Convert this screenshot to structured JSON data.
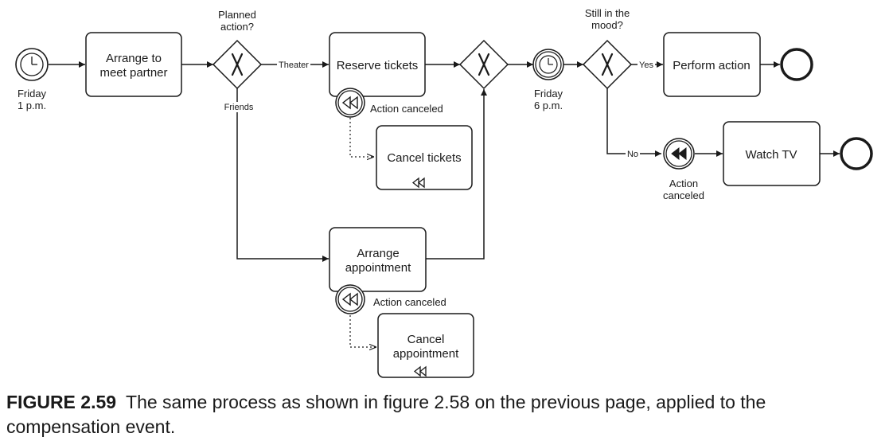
{
  "tasks": {
    "arrange_meet": "Arrange to\nmeet partner",
    "reserve_tickets": "Reserve tickets",
    "cancel_tickets": "Cancel tickets",
    "arrange_appointment": "Arrange\nappointment",
    "cancel_appointment": "Cancel\nappointment",
    "perform_action": "Perform action",
    "watch_tv": "Watch TV"
  },
  "events": {
    "start_timer": "Friday\n1 p.m.",
    "mid_timer": "Friday\n6 p.m.",
    "comp_boundary_1": "Action canceled",
    "comp_boundary_2": "Action canceled",
    "comp_throw": "Action\ncanceled"
  },
  "gateways": {
    "planned_action": "Planned\naction?",
    "still_in_mood": "Still in the\nmood?"
  },
  "flow_labels": {
    "theater": "Theater",
    "friends": "Friends",
    "yes": "Yes",
    "no": "No"
  },
  "caption": {
    "figure_label": "FIGURE 2.59",
    "text": "The same process as shown in figure 2.58 on the previous page, applied to the compensation event."
  }
}
